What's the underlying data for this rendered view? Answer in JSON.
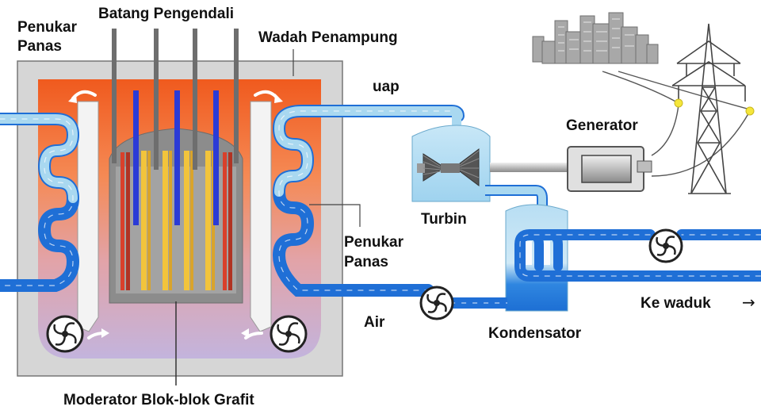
{
  "labels": {
    "control_rods": "Batang Pengendali",
    "heat_exchanger_left_1": "Penukar",
    "heat_exchanger_left_2": "Panas",
    "vessel": "Wadah Penampung",
    "steam": "uap",
    "generator": "Generator",
    "turbine": "Turbin",
    "heat_exchanger_right_1": "Penukar",
    "heat_exchanger_right_2": "Panas",
    "water": "Air",
    "to_reservoir": "Ke waduk",
    "condenser": "Kondensator",
    "moderator": "Moderator Blok-blok Grafit"
  },
  "icons": {
    "to_reservoir_arrow": "right-arrow-icon"
  },
  "colors": {
    "vessel_grey": "#d9d9d9",
    "core_orange": "#f26522",
    "core_lavender": "#c7b5d9",
    "pipe_blue": "#1f6fd6",
    "pipe_light": "#a9d8f0",
    "rod_grey": "#6e6e6e",
    "fuel_yellow": "#f2c43c",
    "fuel_red": "#d9402b",
    "rod_blue": "#2b3bd6"
  }
}
